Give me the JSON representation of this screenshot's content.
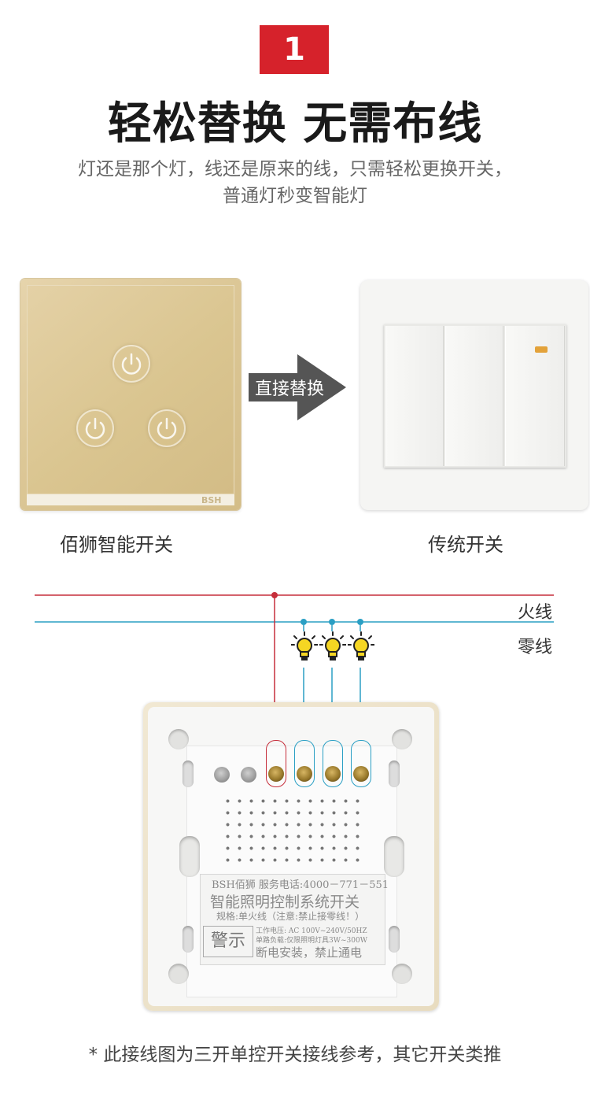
{
  "badge": "1",
  "headline": "轻松替换 无需布线",
  "subtitle": {
    "line1": "灯还是那个灯，线还是原来的线，只需轻松更换开关，",
    "line2": "普通灯秒变智能灯"
  },
  "comparison": {
    "smart_logo": "BSH",
    "arrow_label": "直接替换",
    "smart_caption": "佰狮智能开关",
    "traditional_caption": "传统开关"
  },
  "wiring": {
    "live_label": "火线",
    "neutral_label": "零线",
    "colors": {
      "live": "#c62e3b",
      "neutral": "#2a9fc4"
    }
  },
  "back_label": {
    "line1": "BSH佰狮   服务电话:4000－771－551",
    "line2": "智能照明控制系统开关",
    "line3": "规格:单火线（注意:禁止接零线！）",
    "line4": "工作电压: AC 100V~240V/50HZ",
    "line5": "单路负载:仅限照明灯具3W~300W",
    "line6": "断电安装，禁止通电",
    "warning": "警示"
  },
  "footnote": "*  此接线图为三开单控开关接线参考，其它开关类推"
}
